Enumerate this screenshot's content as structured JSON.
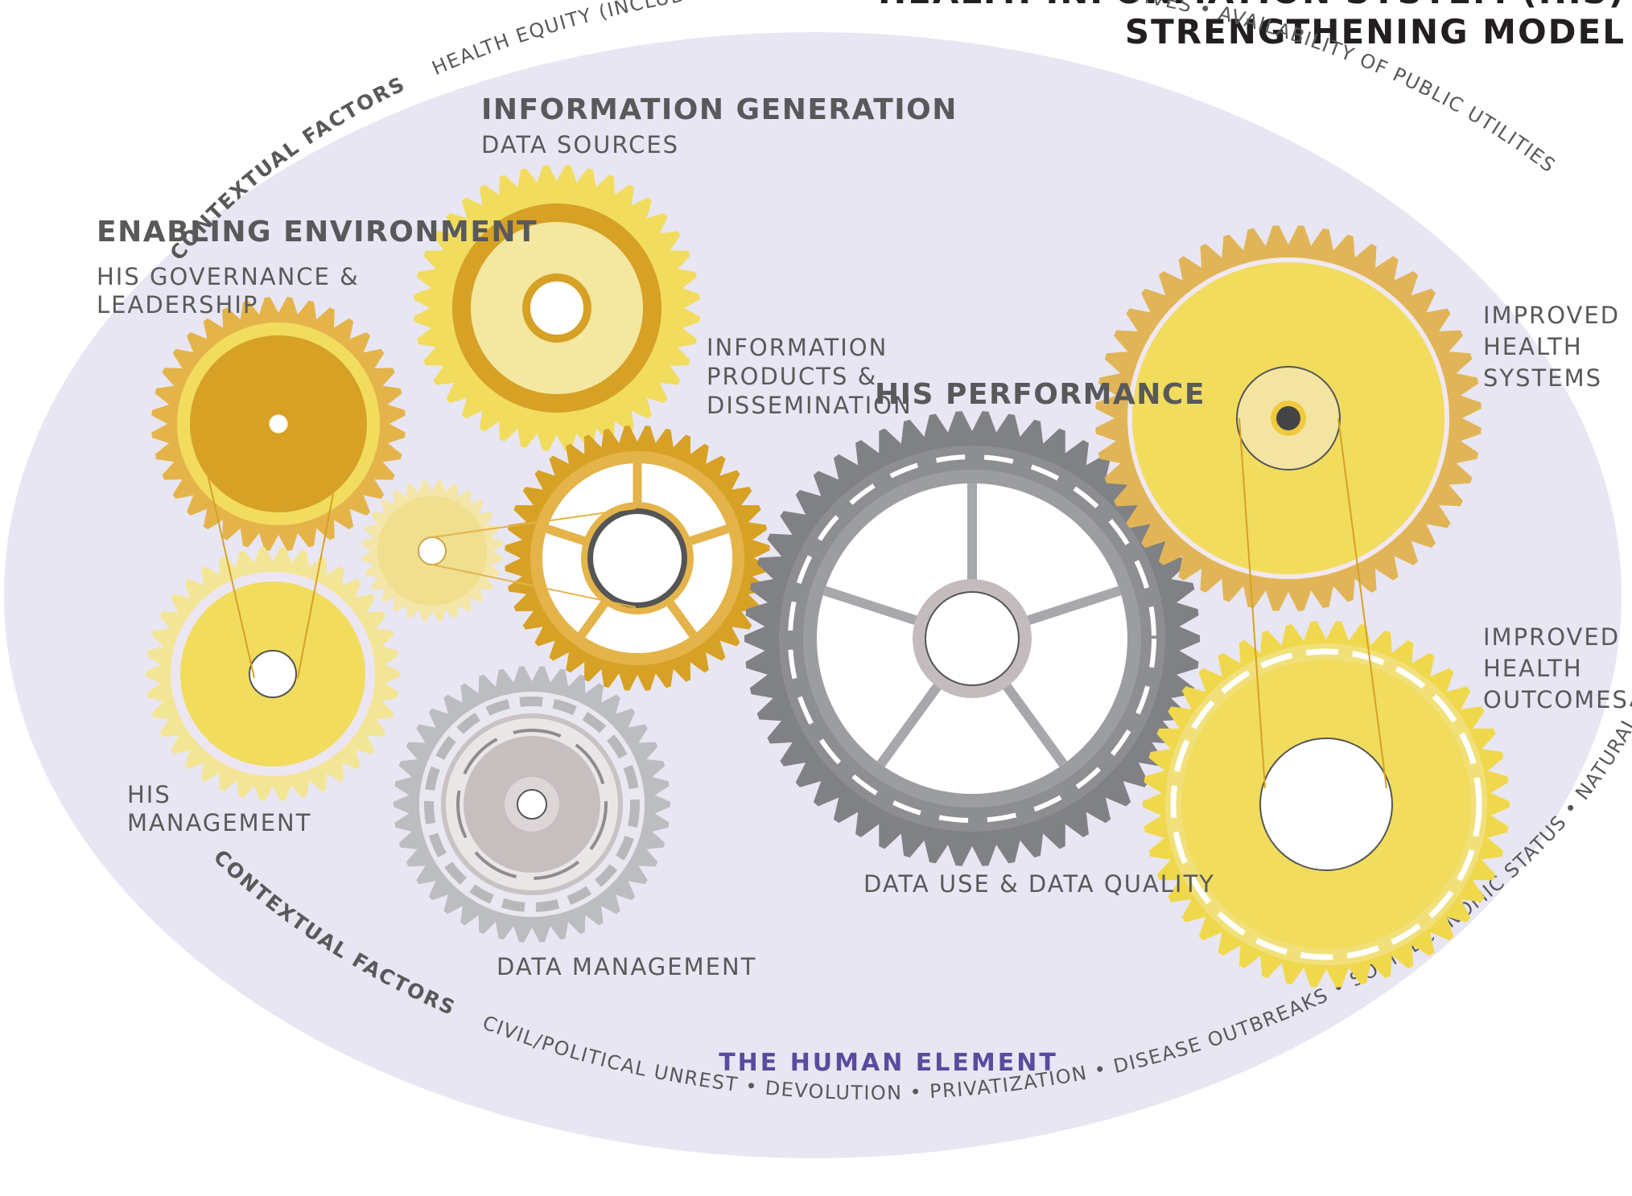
{
  "title": {
    "line1": "HEALTH INFORMATION SYSTEM (HIS)",
    "line2": "STRENGTHENING MODEL"
  },
  "contextual_top": {
    "label": "CONTEXTUAL FACTORS",
    "factors": "HEALTH EQUITY (INCLUDING GENDER) • DONORS • GLOBAL INITIATIVES • AVAILABILITY OF PUBLIC UTILITIES"
  },
  "contextual_bottom": {
    "label": "CONTEXTUAL FACTORS",
    "factors": "CIVIL/POLITICAL UNREST • DEVOLUTION • PRIVATIZATION • DISEASE OUTBREAKS • SOCIOECONOMIC STATUS • NATURAL DISASTERS"
  },
  "labels": {
    "information_generation": "INFORMATION GENERATION",
    "data_sources": "DATA SOURCES",
    "enabling_environment": "ENABLING ENVIRONMENT",
    "governance_line1": "HIS GOVERNANCE &",
    "governance_line2": "LEADERSHIP",
    "info_products_line1": "INFORMATION",
    "info_products_line2": "PRODUCTS &",
    "info_products_line3": "DISSEMINATION",
    "his_performance": "HIS PERFORMANCE",
    "his_management_line1": "HIS",
    "his_management_line2": "MANAGEMENT",
    "data_management": "DATA MANAGEMENT",
    "data_use_quality": "DATA USE & DATA QUALITY",
    "improved_systems_line1": "IMPROVED",
    "improved_systems_line2": "HEALTH",
    "improved_systems_line3": "SYSTEMS",
    "improved_outcomes_line1": "IMPROVED",
    "improved_outcomes_line2": "HEALTH",
    "improved_outcomes_line3": "OUTCOMES",
    "human_element": "THE HUMAN ELEMENT"
  },
  "colors": {
    "ellipse": "#e8e6f2",
    "gold_light": "#f1dc5e",
    "gold_pale": "#f4e7a0",
    "gold_mid": "#e4b44a",
    "gold_dark": "#d6a125",
    "gray_dark": "#808184",
    "gray_light": "#bcbdc0",
    "text": "#58595b",
    "human_element": "#5b4b9e"
  }
}
